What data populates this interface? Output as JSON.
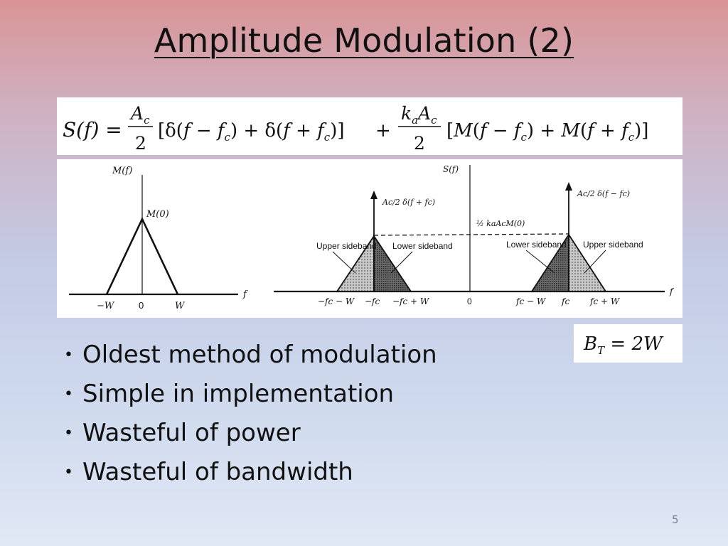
{
  "slide": {
    "title": "Amplitude Modulation (2)",
    "page_number": "5"
  },
  "equation": {
    "lhs": "S(f) =",
    "term1_num": "Ac",
    "term1_den": "2",
    "term1_bracket": "[δ(f − fc) + δ(f + fc)]",
    "plus": "+",
    "term2_num": "kaAc",
    "term2_den": "2",
    "term2_bracket": "[M(f − fc) + M(f + fc)]"
  },
  "bandwidth": {
    "text": "BT = 2W"
  },
  "figure_left": {
    "ylabel": "M(f)",
    "peak_label": "M(0)",
    "xlabel": "f",
    "ticks": [
      "−W",
      "0",
      "W"
    ]
  },
  "figure_right": {
    "ylabel": "S(f)",
    "xlabel": "f",
    "impulse_left": "Ac/2 δ(f + fc)",
    "impulse_right": "Ac/2 δ(f − fc)",
    "peak_label": "½ kaAcM(0)",
    "sideband_labels": {
      "upper": "Upper sideband",
      "lower": "Lower sideband"
    },
    "ticks": [
      "−fc − W",
      "−fc",
      "−fc + W",
      "0",
      "fc − W",
      "fc",
      "fc + W"
    ]
  },
  "bullets": [
    "Oldest method of modulation",
    "Simple in implementation",
    "Wasteful of power",
    "Wasteful of bandwidth"
  ]
}
